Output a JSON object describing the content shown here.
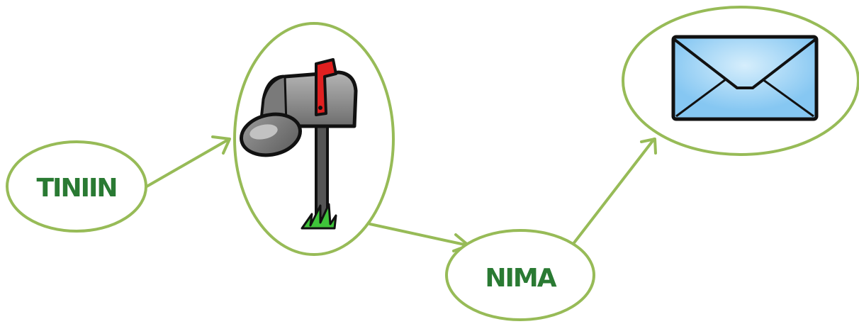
{
  "colors": {
    "outline": "#97bb57",
    "label": "#2a7a33",
    "mailbox_body": "#8e8e8e",
    "mailbox_flag": "#e02020",
    "grass": "#3fc43a",
    "envelope": "#86c7f2",
    "ink": "#111111"
  },
  "nodes": {
    "start": {
      "label": "TINIIN"
    },
    "mailbox": {
      "icon": "mailbox-icon"
    },
    "middle": {
      "label": "NIMA"
    },
    "envelope": {
      "icon": "envelope-icon"
    }
  },
  "edges": [
    {
      "from": "start",
      "to": "mailbox"
    },
    {
      "from": "mailbox",
      "to": "middle"
    },
    {
      "from": "middle",
      "to": "envelope"
    }
  ]
}
